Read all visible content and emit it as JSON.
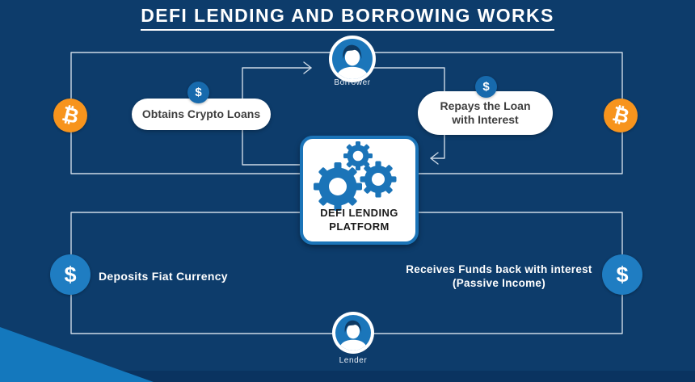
{
  "title": "DEFI LENDING AND BORROWING WORKS",
  "icons": {
    "dollar_symbol": "$",
    "bitcoin_symbol": "₿"
  },
  "colors": {
    "background": "#0d3c6b",
    "accent_blue": "#1b74b8",
    "coin_blue_dark": "#176aad",
    "coin_blue_light": "#1f7dc2",
    "bitcoin_orange": "#f7941d",
    "connector_line": "#cdd9e6",
    "corner_triangle": "#1478bd",
    "footer_strip": "#0a3360"
  },
  "top_section": {
    "borrower": {
      "label": "Borrower"
    },
    "obtains_loan": {
      "label": "Obtains Crypto Loans"
    },
    "repays_loan": {
      "line1": "Repays the Loan",
      "line2": "with Interest"
    }
  },
  "platform": {
    "line1": "DEFI LENDING",
    "line2": "PLATFORM"
  },
  "bottom_section": {
    "lender": {
      "label": "Lender"
    },
    "deposits": {
      "label": "Deposits Fiat Currency"
    },
    "receives": {
      "line1": "Receives Funds back with interest",
      "line2": "(Passive Income)"
    }
  }
}
